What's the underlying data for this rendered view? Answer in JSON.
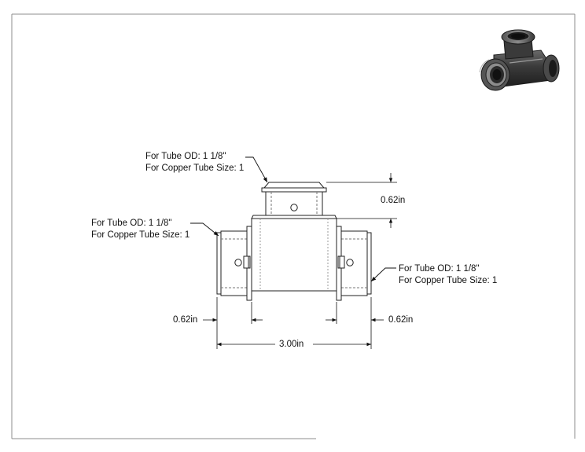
{
  "callouts": [
    {
      "line1": "For Tube OD: 1 1/8\"",
      "line2": "For Copper Tube Size: 1"
    },
    {
      "line1": "For Tube OD: 1 1/8\"",
      "line2": "For Copper Tube Size: 1"
    },
    {
      "line1": "For Tube OD: 1 1/8\"",
      "line2": "For Copper Tube Size: 1"
    }
  ],
  "dimensions": {
    "top_height": "0.62in",
    "left_length": "0.62in",
    "right_length": "0.62in",
    "overall_length": "3.00in"
  },
  "colors": {
    "line": "#222222",
    "hidden_line": "#777777",
    "fitting_dark": "#2e2e2e",
    "fitting_mid": "#5a5a5a",
    "fitting_light": "#9a9a9a"
  },
  "icons": {
    "thumbnail": "tee-fitting-3d-icon"
  }
}
